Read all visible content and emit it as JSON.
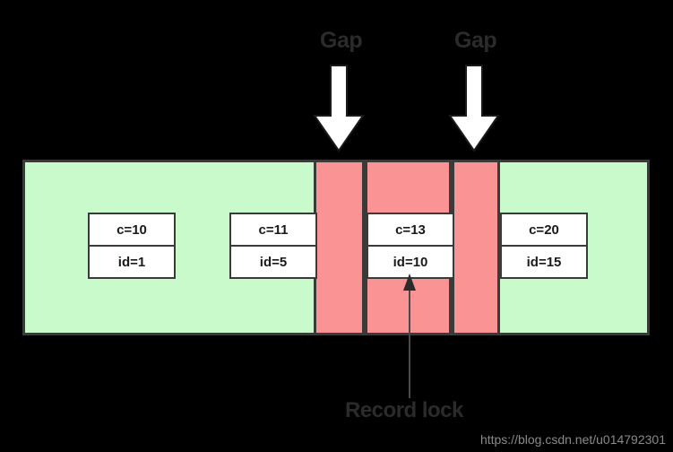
{
  "diagram": {
    "title_labels": {
      "gap_1": "Gap",
      "gap_2": "Gap",
      "record_lock": "Record lock"
    },
    "colors": {
      "background": "#000000",
      "gap_band": "#fa9494",
      "normal_band": "#c8facb",
      "border": "#3a3a3a",
      "box_fill": "#ffffff",
      "text": "#2b2b2b",
      "watermark": "#8a8a8a"
    },
    "records": [
      {
        "c": "c=10",
        "id": "id=1"
      },
      {
        "c": "c=11",
        "id": "id=5"
      },
      {
        "c": "c=13",
        "id": "id=10"
      },
      {
        "c": "c=20",
        "id": "id=15"
      }
    ],
    "bands": [
      {
        "kind": "normal",
        "label": ""
      },
      {
        "kind": "gap",
        "label": "Gap"
      },
      {
        "kind": "record",
        "label": "Record lock"
      },
      {
        "kind": "gap",
        "label": "Gap"
      },
      {
        "kind": "normal",
        "label": ""
      }
    ]
  },
  "watermark": {
    "text": "https://blog.csdn.net/u014792301"
  }
}
